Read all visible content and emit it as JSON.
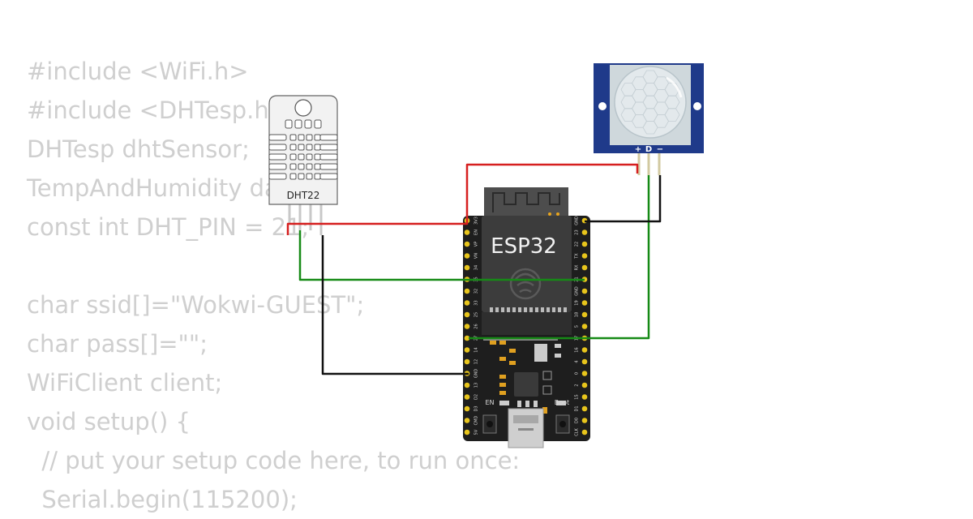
{
  "code_lines": [
    "#include <WiFi.h>",
    "#include <DHTesp.h>",
    "DHTesp dhtSensor;",
    "TempAndHumidity data;",
    "const int DHT_PIN = 21;",
    "",
    "char ssid[]=\"Wokwi-GUEST\";",
    "char pass[]=\"\";",
    "WiFiClient client;",
    "void setup() {",
    "  // put your setup code here, to run once:",
    "  Serial.begin(115200);"
  ],
  "components": {
    "dht": {
      "label": "DHT22"
    },
    "esp32": {
      "label": "ESP32",
      "left_pins": [
        "3V3",
        "EN",
        "VP",
        "VN",
        "34",
        "35",
        "32",
        "33",
        "25",
        "26",
        "27",
        "14",
        "12",
        "GND",
        "13",
        "D2",
        "D3",
        "CMD",
        "5V"
      ],
      "right_pins": [
        "GND",
        "23",
        "22",
        "TX",
        "RX",
        "21",
        "GND",
        "19",
        "18",
        "5",
        "17",
        "16",
        "4",
        "0",
        "2",
        "15",
        "D1",
        "D0",
        "CLK"
      ],
      "button_en": "EN",
      "button_boot": "Boot"
    },
    "pir": {
      "pin_labels": [
        "+",
        "D",
        "−"
      ]
    }
  },
  "colors": {
    "code_text": "#cfcfcf",
    "wire_power": "#d61f1f",
    "wire_ground": "#111111",
    "wire_signal": "#168a16",
    "esp_board": "#1e1e1e",
    "pir_board": "#1f3a8a",
    "pin_gold": "#e8c51c"
  }
}
